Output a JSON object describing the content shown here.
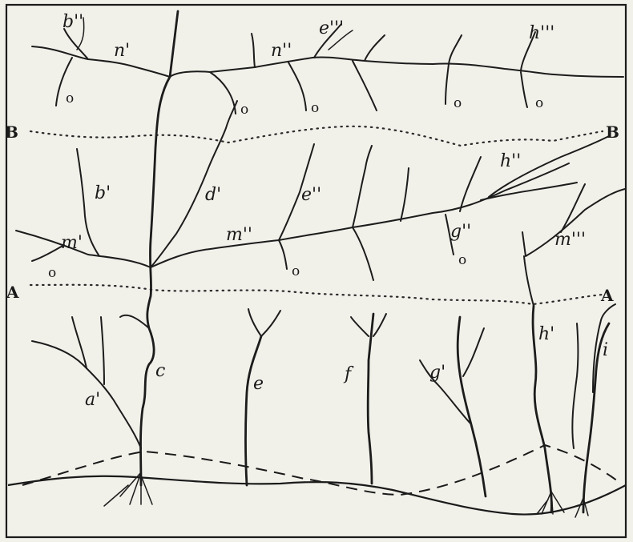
{
  "terrace_lines": {
    "upper": "B",
    "lower": "A"
  },
  "labels": {
    "b2": "b''",
    "n1": "n'",
    "e3": "e'''",
    "n2": "n''",
    "h3": "h'''",
    "b1": "b'",
    "d1": "d'",
    "e2": "e''",
    "h2": "h''",
    "m1": "m'",
    "m2": "m''",
    "g2": "g''",
    "m3": "m'''",
    "a1": "a'",
    "c": "c",
    "e": "e",
    "f": "f",
    "g1": "g'",
    "h1": "h'",
    "i": "i"
  },
  "hollow_marker": "o"
}
